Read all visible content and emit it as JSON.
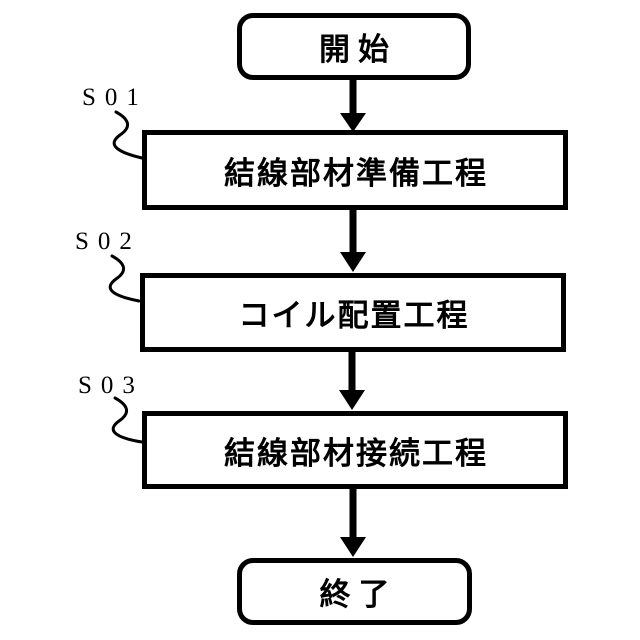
{
  "flow": {
    "background_color": "#ffffff",
    "line_color": "#000000",
    "start": {
      "label": "開始",
      "type": "terminal"
    },
    "steps": [
      {
        "id": "S01",
        "label": "結線部材準備工程",
        "type": "process"
      },
      {
        "id": "S02",
        "label": "コイル配置工程",
        "type": "process"
      },
      {
        "id": "S03",
        "label": "結線部材接続工程",
        "type": "process"
      }
    ],
    "end": {
      "label": "終了",
      "type": "terminal"
    },
    "connections": [
      "start->S01",
      "S01->S02",
      "S02->S03",
      "S03->end"
    ]
  }
}
